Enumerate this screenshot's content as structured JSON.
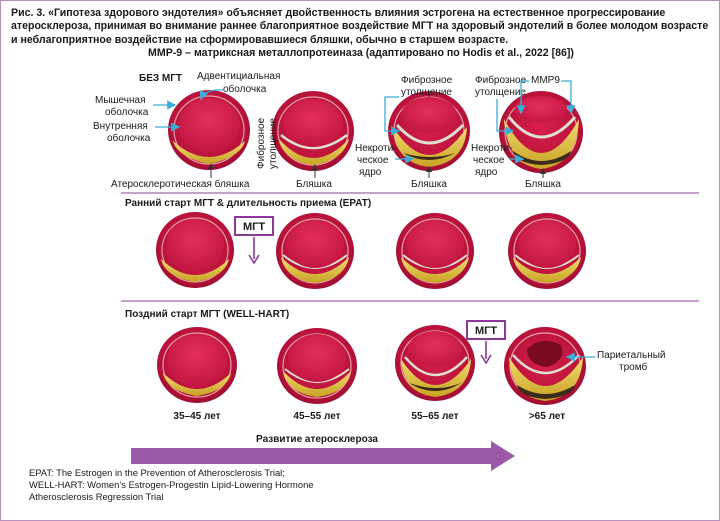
{
  "caption": {
    "figure_label": "Рис. 3.",
    "text": "«Гипотеза здорового эндотелия» объясняет двойственность влияния эстрогена на естественное прогрессирование атеросклероза, принимая во внимание раннее благоприятное воздействие МГТ на здоровый эндотелий в более молодом возрасте и неблагоприятное воздействие на сформировавшиеся бляшки, обычно в старшем возрасте.",
    "note": "MMP-9 – матриксная металлопротеиназа (адаптировано по Hodis et al., 2022 [86])"
  },
  "rows": [
    {
      "title": "БЕЗ МГТ"
    },
    {
      "title": "Ранний старт МГТ & длительность приема (EPAT)"
    },
    {
      "title": "Поздний старт МГТ (WELL-HART)"
    }
  ],
  "labels": {
    "adventitia": [
      "Адвентициальная",
      "оболочка"
    ],
    "media": [
      "Мышечная",
      "оболочка"
    ],
    "intima": [
      "Внутренняя",
      "оболочка"
    ],
    "atherosclerotic_plaque": "Атеросклеротическая бляшка",
    "fibrous_thickening_vertical": [
      "Фиброзное",
      "утолщение"
    ],
    "plaque": "Бляшка",
    "fibrous_thickening": [
      "Фиброзное",
      "утолщение"
    ],
    "necrotic_core": [
      "Некроти-",
      "ческое",
      "ядро"
    ],
    "mmp9": "MMP9",
    "mht_box": "МГТ",
    "parietal_thrombus": [
      "Париетальный",
      "тромб"
    ]
  },
  "ages": [
    "35–45 лет",
    "45–55 лет",
    "55–65 лет",
    ">65 лет"
  ],
  "progression_arrow": "Развитие атеросклероза",
  "footnotes": [
    "EPAT: The Estrogen in the Prevention of Atherosclerosis Trial;",
    "WELL-HART: Women’s Estrogen-Progestin Lipid-Lowering Hormone",
    "Atherosclerosis Regression Trial"
  ],
  "colors": {
    "lumen": "#c8143c",
    "media": "#b01030",
    "plaque": "#e8c840",
    "necrotic": "#3a2a18",
    "arrow": "#9a5aa8",
    "mht_box": "#8a3a96",
    "callout": "#3aaed8",
    "divider": "#c6a0cc"
  }
}
